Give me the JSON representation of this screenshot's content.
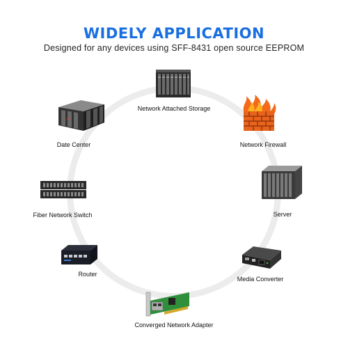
{
  "header": {
    "title": "WIDELY APPLICATION",
    "subtitle": "Designed for any devices using SFF-8431 open source EEPROM"
  },
  "devices": [
    {
      "label": "Network Attached Storage",
      "icon": "storage-rack-icon"
    },
    {
      "label": "Network Firewall",
      "icon": "firewall-icon"
    },
    {
      "label": "Server",
      "icon": "server-rack-icon"
    },
    {
      "label": "Media Converter",
      "icon": "media-converter-icon"
    },
    {
      "label": "Converged Network Adapter",
      "icon": "network-adapter-icon"
    },
    {
      "label": "Router",
      "icon": "router-icon"
    },
    {
      "label": "Fiber Network Switch",
      "icon": "network-switch-icon"
    },
    {
      "label": "Date Center",
      "icon": "data-center-icon"
    }
  ],
  "colors": {
    "title": "#1a6fe0",
    "ring": "#ececec",
    "firewall": "#e8631c"
  }
}
